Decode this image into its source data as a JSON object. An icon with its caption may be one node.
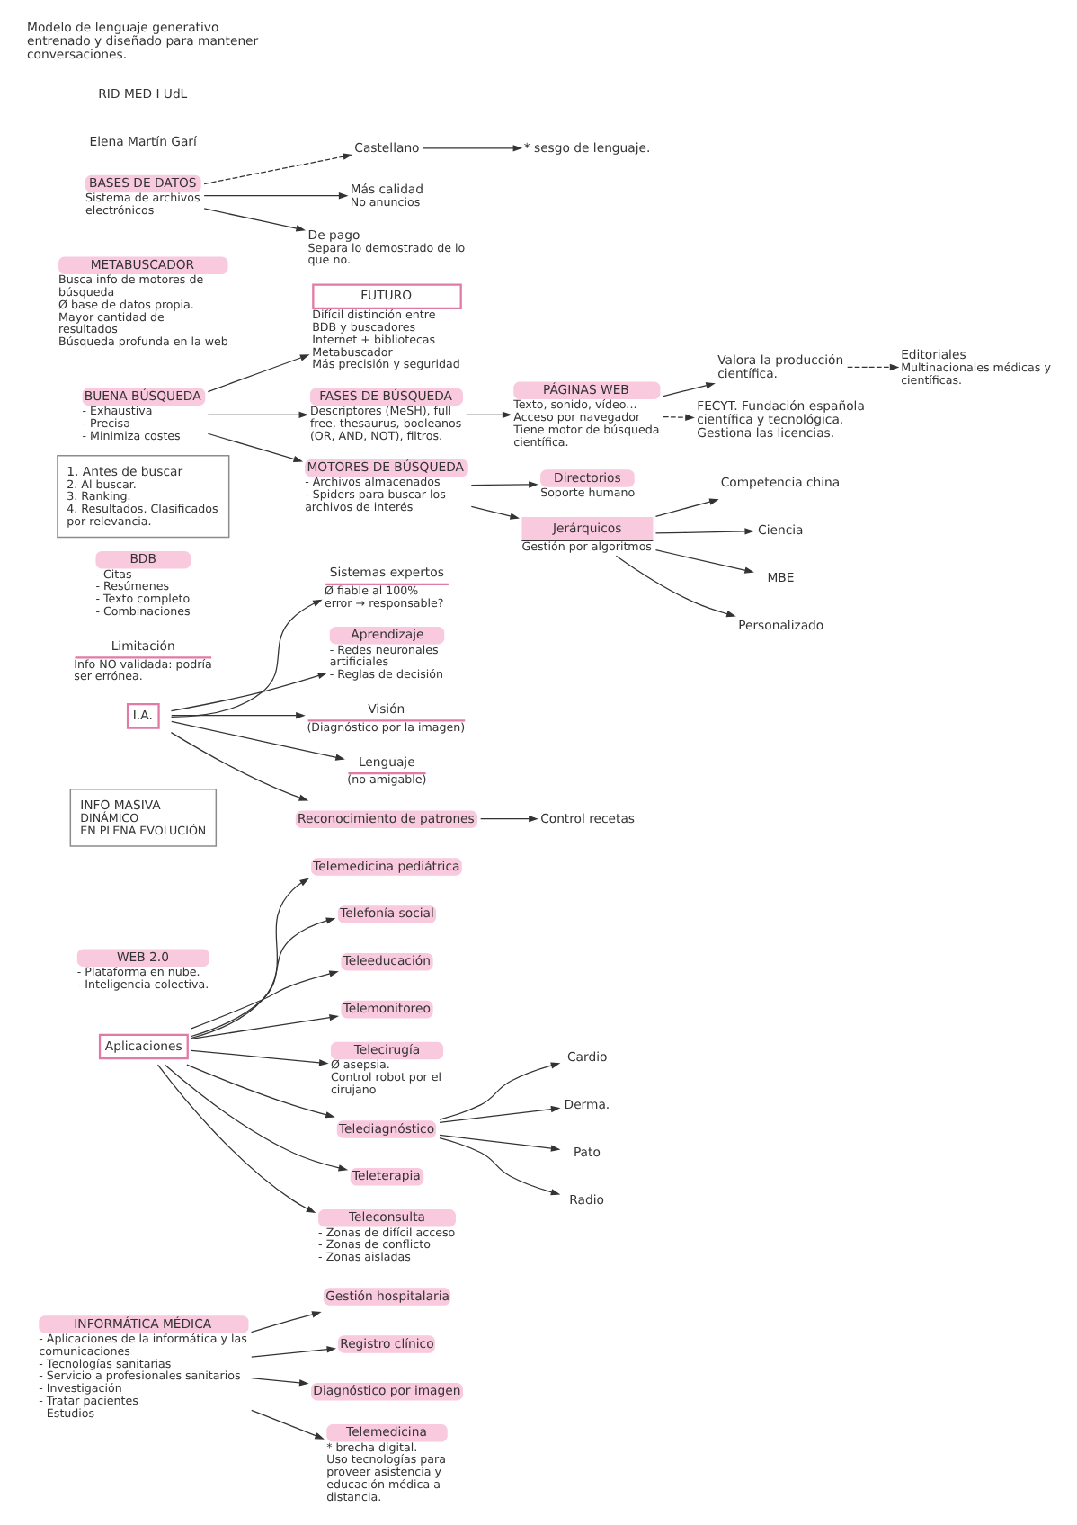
{
  "diagram": {
    "nodes": [
      {
        "text": [
          "INFORMÁTICA MÉDICA",
          "- Aplicaciones de la informática y las comunicaciones",
          "- Tecnologías sanitarias",
          "- Servicio a profesionales sanitarios",
          "- Investigación",
          "- Tratar pacientes",
          "- Estudios"
        ]
      },
      {
        "text": [
          "Gestión hospitalaria"
        ]
      },
      {
        "text": [
          "Registro clínico"
        ]
      },
      {
        "text": [
          "Diagnóstico por imagen"
        ]
      },
      {
        "text": [
          "Telemedicina",
          "* brecha digital.",
          "Uso tecnologías para proveer asistencia y educación médica a distancia."
        ]
      },
      {
        "text": [
          "Telemedicina pediátrica"
        ]
      },
      {
        "text": [
          "Telefonía social"
        ]
      },
      {
        "text": [
          "Teleeducación"
        ]
      },
      {
        "text": [
          "Telemonitoreo"
        ]
      },
      {
        "text": [
          "Aplicaciones"
        ]
      },
      {
        "text": [
          "Telecirugía",
          "Ø asepsia.",
          "Control robot por el cirujano"
        ]
      },
      {
        "text": [
          "Telediagnóstico"
        ]
      },
      {
        "text": [
          "Teleterapia"
        ]
      },
      {
        "text": [
          "Teleconsulta",
          "- Zonas de difícil acceso",
          "- Zonas de conflicto",
          "- Zonas aisladas"
        ]
      },
      {
        "text": [
          "Cardio"
        ]
      },
      {
        "text": [
          "Derma."
        ]
      },
      {
        "text": [
          "Pato"
        ]
      },
      {
        "text": [
          "Radio"
        ]
      },
      {
        "text": [
          "WEB 2.0",
          "- Plataforma en nube.",
          "- Inteligencia colectiva."
        ]
      },
      {
        "text": [
          "INFO MASIVA",
          "DINÁMICO",
          "EN PLENA EVOLUCIÓN"
        ]
      },
      {
        "text": [
          "Sistemas expertos",
          "Ø fiable al 100%",
          "error → responsable?"
        ]
      },
      {
        "text": [
          "I.A."
        ]
      },
      {
        "text": [
          "Aprendizaje",
          "- Redes neuronales artificiales",
          "- Reglas de decisión"
        ]
      },
      {
        "text": [
          "Visión",
          "(Diagnóstico por la imagen)"
        ]
      },
      {
        "text": [
          "Lenguaje",
          "(no amigable)"
        ]
      },
      {
        "text": [
          "Reconocimiento de patrones"
        ]
      },
      {
        "text": [
          "Control recetas"
        ]
      },
      {
        "text": [
          "Limitación",
          "Info NO validada: podría ser errónea."
        ]
      },
      {
        "text": [
          "BDB",
          "- Citas",
          "- Resúmenes",
          "- Texto completo",
          "- Combinaciones"
        ]
      },
      {
        "text": [
          "1. Antes de buscar",
          "2. Al buscar.",
          "3. Ranking.",
          "4. Resultados. Clasificados por relevancia."
        ]
      },
      {
        "text": [
          "BUENA BÚSQUEDA",
          "- Exhaustiva",
          "- Precisa",
          "- Minimiza costes"
        ]
      },
      {
        "text": [
          "FUTURO",
          "Difícil distinción entre BDB y buscadores",
          "Internet + bibliotecas",
          "Metabuscador",
          "Más precisión y seguridad"
        ]
      },
      {
        "text": [
          "FASES DE BÚSQUEDA",
          "Descriptores (MeSH), full free, thesaurus, booleanos (OR, AND, NOT), filtros."
        ]
      },
      {
        "text": [
          "PÁGINAS WEB",
          "Texto, sonido, vídeo...",
          "Acceso por navegador",
          "Tiene motor de búsqueda científica."
        ]
      },
      {
        "text": [
          "Valora la producción científica."
        ]
      },
      {
        "text": [
          "Editoriales",
          "Multinacionales médicas y científicas."
        ]
      },
      {
        "text": [
          "MOTORES DE BÚSQUEDA",
          "- Archivos almacenados",
          "- Spiders para buscar los archivos de interés"
        ]
      },
      {
        "text": [
          "Directorios",
          "Soporte humano"
        ]
      },
      {
        "text": [
          "Jerárquicos",
          "Gestión por algoritmos"
        ]
      },
      {
        "text": [
          "Competencia china"
        ]
      },
      {
        "text": [
          "Ciencia"
        ]
      },
      {
        "text": [
          "MBE"
        ]
      },
      {
        "text": [
          "Personalizado"
        ]
      },
      {
        "text": [
          "FECYT. Fundación española científica y tecnológica. Gestiona las licencias."
        ]
      },
      {
        "text": [
          "METABUSCADOR",
          "Busca info de motores de búsqueda",
          "Ø base de datos propia.",
          "Mayor cantidad de resultados",
          "Búsqueda profunda en la web"
        ]
      },
      {
        "text": [
          "BASES DE DATOS",
          "Sistema de archivos electrónicos"
        ]
      },
      {
        "text": [
          "Castellano"
        ]
      },
      {
        "text": [
          "* sesgo de lenguaje."
        ]
      },
      {
        "text": [
          "Más calidad",
          "No anuncios"
        ]
      },
      {
        "text": [
          "De pago",
          "Separa lo demostrado de lo que no."
        ]
      }
    ],
    "edges": [
      {
        "from": 0,
        "to": 1,
        "arrow": "to"
      },
      {
        "from": 0,
        "to": 2,
        "arrow": "to"
      },
      {
        "from": 0,
        "to": 3,
        "arrow": "to"
      },
      {
        "from": 0,
        "to": 4,
        "arrow": "to"
      },
      {
        "from": 9,
        "to": 5,
        "arrow": "to"
      },
      {
        "from": 9,
        "to": 6,
        "arrow": "to"
      },
      {
        "from": 9,
        "to": 7,
        "arrow": "to"
      },
      {
        "from": 9,
        "to": 8,
        "arrow": "to"
      },
      {
        "from": 9,
        "to": 10,
        "arrow": "to"
      },
      {
        "from": 9,
        "to": 11,
        "arrow": "to"
      },
      {
        "from": 9,
        "to": 12,
        "arrow": "to"
      },
      {
        "from": 9,
        "to": 13,
        "arrow": "to"
      },
      {
        "from": 11,
        "to": 14,
        "arrow": "to"
      },
      {
        "from": 11,
        "to": 15,
        "arrow": "to"
      },
      {
        "from": 11,
        "to": 16,
        "arrow": "to"
      },
      {
        "from": 11,
        "to": 17,
        "arrow": "to"
      },
      {
        "from": 21,
        "to": 20,
        "arrow": "to"
      },
      {
        "from": 21,
        "to": 22,
        "arrow": "to"
      },
      {
        "from": 21,
        "to": 23,
        "arrow": "to"
      },
      {
        "from": 21,
        "to": 24,
        "arrow": "to"
      },
      {
        "from": 21,
        "to": 25,
        "arrow": "to"
      },
      {
        "from": 25,
        "to": 26,
        "arrow": "to"
      },
      {
        "from": 30,
        "to": 36,
        "arrow": "to"
      },
      {
        "from": 30,
        "to": 32,
        "arrow": "to"
      },
      {
        "from": 30,
        "to": 31,
        "arrow": "to"
      },
      {
        "from": 32,
        "to": 33,
        "arrow": "to"
      },
      {
        "from": 33,
        "to": 34,
        "arrow": "to"
      },
      {
        "from": 34,
        "to": 35,
        "arrow": "to",
        "style": "dashed"
      },
      {
        "from": 33,
        "to": 43,
        "arrow": "to",
        "style": "dashed"
      },
      {
        "from": 36,
        "to": 37,
        "arrow": "to"
      },
      {
        "from": 36,
        "to": 38,
        "arrow": "to"
      },
      {
        "from": 38,
        "to": 39,
        "arrow": "to"
      },
      {
        "from": 38,
        "to": 40,
        "arrow": "to"
      },
      {
        "from": 38,
        "to": 41,
        "arrow": "to"
      },
      {
        "from": 38,
        "to": 42,
        "arrow": "to"
      },
      {
        "from": 45,
        "to": 46,
        "arrow": "to",
        "style": "dashed"
      },
      {
        "from": 46,
        "to": 47,
        "arrow": "to"
      },
      {
        "from": 45,
        "to": 48,
        "arrow": "to"
      },
      {
        "from": 45,
        "to": 49,
        "arrow": "to"
      }
    ],
    "labels": [
      "Elena Martín Garí",
      "RID MED I UdL",
      "Modelo de lenguaje generativo entrenado y diseñado para mantener conversaciones."
    ]
  }
}
